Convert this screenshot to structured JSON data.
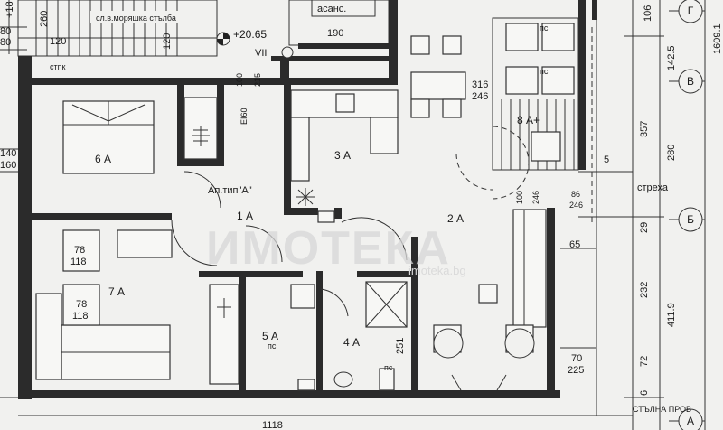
{
  "watermark": {
    "brand": "ИМОТЕКА",
    "site": "imoteka.bg"
  },
  "texts": {
    "stair_label": "сл.в.моряшка стълба",
    "elevator": "асанс.",
    "level_mark": "+20.65",
    "floor_no": "VII",
    "stpk": "стпк",
    "ei60": "EI60",
    "apt_type": "Ап.тип\"А\"",
    "eaves": "стреха",
    "ps1": "пс",
    "ps2": "пс",
    "ps3": "пс",
    "ps4": "пс",
    "bottom_label": "СТЪЛНА ПРОВ"
  },
  "rooms": {
    "r1": "1 А",
    "r2": "2 А",
    "r3": "3 А",
    "r4": "4 А",
    "r5": "5 А",
    "r6": "6 А",
    "r7": "7 А",
    "r8": "8 А+"
  },
  "dims": {
    "d260": "260",
    "d120a": "120",
    "d120b": "120",
    "d190": "190",
    "d80": "80",
    "d80b": "80",
    "d140": "140",
    "d160": "160",
    "d100": "100",
    "d215": "215",
    "d316": "316",
    "d246a": "246",
    "d100b": "100",
    "d246b": "246",
    "d86": "86",
    "d246c": "246",
    "d78a": "78",
    "d118a": "118",
    "d78b": "78",
    "d118b": "118",
    "d251": "251",
    "d65": "65",
    "d70": "70",
    "d225": "225",
    "d106": "106",
    "d1425": "142.5",
    "d357": "357",
    "d280": "280",
    "d29": "29",
    "d232": "232",
    "d4119": "411.9",
    "d72": "72",
    "d6": "6",
    "d5": "5",
    "d1609": "1609.1",
    "d18": "+18",
    "d1118": "1118"
  },
  "axes": {
    "g": "Г",
    "v": "В",
    "b": "Б",
    "a": "А"
  }
}
